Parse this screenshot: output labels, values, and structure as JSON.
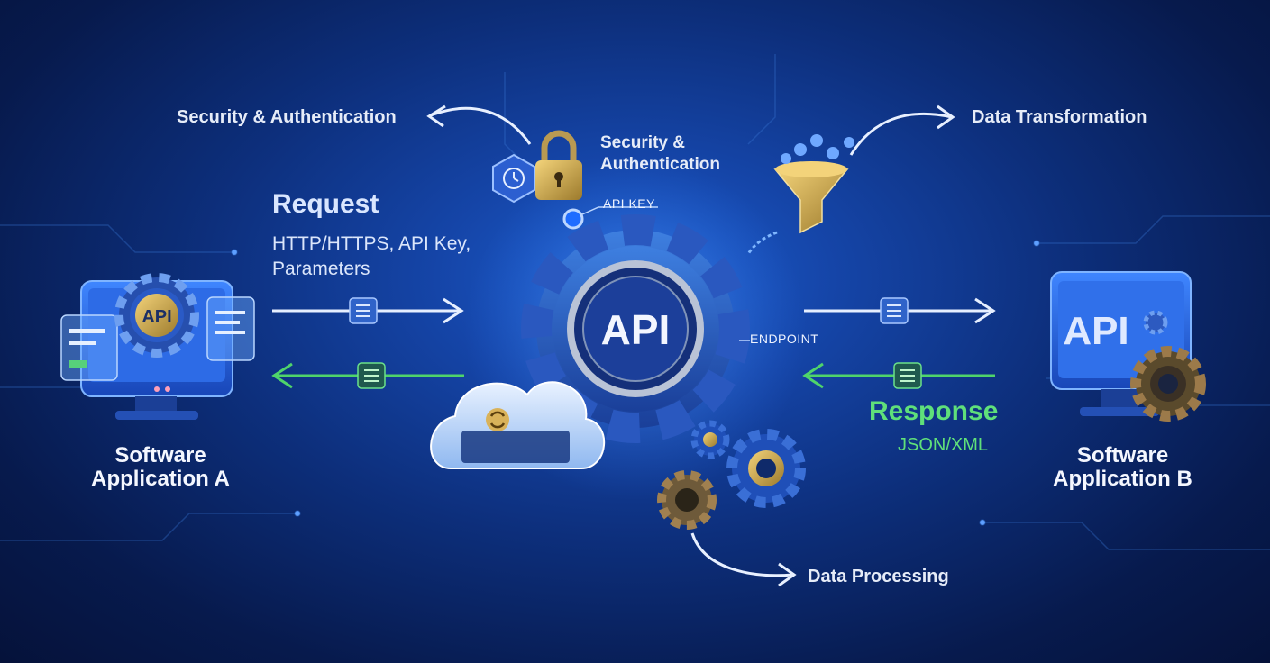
{
  "labels": {
    "security_top": "Security & Authentication",
    "security_center": "Security & Authentication",
    "data_transformation": "Data Transformation",
    "data_processing": "Data Processing",
    "api_key_tag": "API KEY",
    "endpoint_tag": "ENDPOINT"
  },
  "request": {
    "title": "Request",
    "subtitle": "HTTP/HTTPS, API Key, Parameters"
  },
  "response": {
    "title": "Response",
    "subtitle": "JSON/XML"
  },
  "apps": {
    "a": {
      "name": "Software Application A",
      "screen_text": "API"
    },
    "b": {
      "name": "Software Application B",
      "screen_text": "API"
    }
  },
  "center": {
    "gear_text": "API"
  },
  "colors": {
    "request_arrow": "#dbe8ff",
    "response_arrow": "#4fd46a",
    "accent_blue": "#2f7bff",
    "gold": "#c9a24a"
  },
  "icons": [
    "lock-icon",
    "clock-hexagon-icon",
    "funnel-icon",
    "cloud-sync-icon",
    "gear-icon",
    "document-icon",
    "monitor-icon"
  ]
}
